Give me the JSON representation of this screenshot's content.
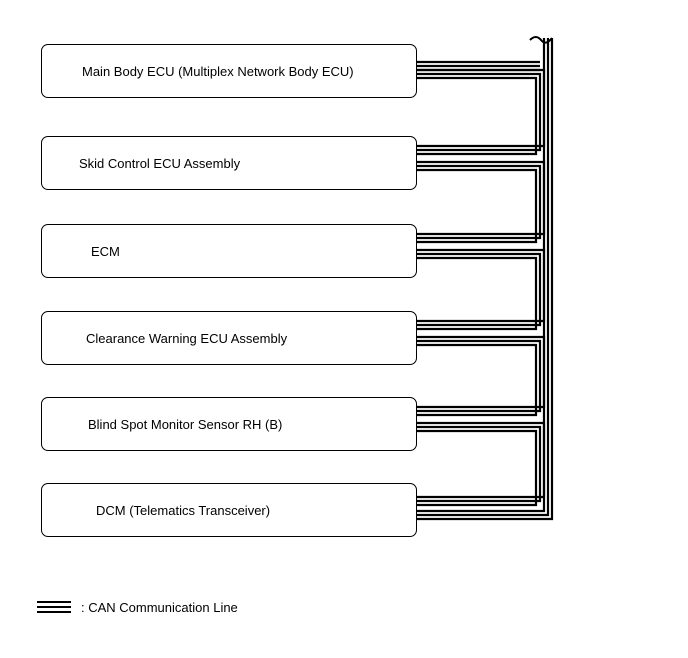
{
  "ecus": [
    {
      "label": "Main Body ECU (Multiplex Network Body ECU)"
    },
    {
      "label": "Skid Control ECU Assembly"
    },
    {
      "label": "ECM"
    },
    {
      "label": "Clearance Warning ECU Assembly"
    },
    {
      "label": "Blind Spot Monitor Sensor RH (B)"
    },
    {
      "label": "DCM (Telematics Transceiver)"
    }
  ],
  "legend": {
    "label": ": CAN Communication Line"
  },
  "colors": {
    "line": "#000000",
    "background": "#ffffff"
  }
}
